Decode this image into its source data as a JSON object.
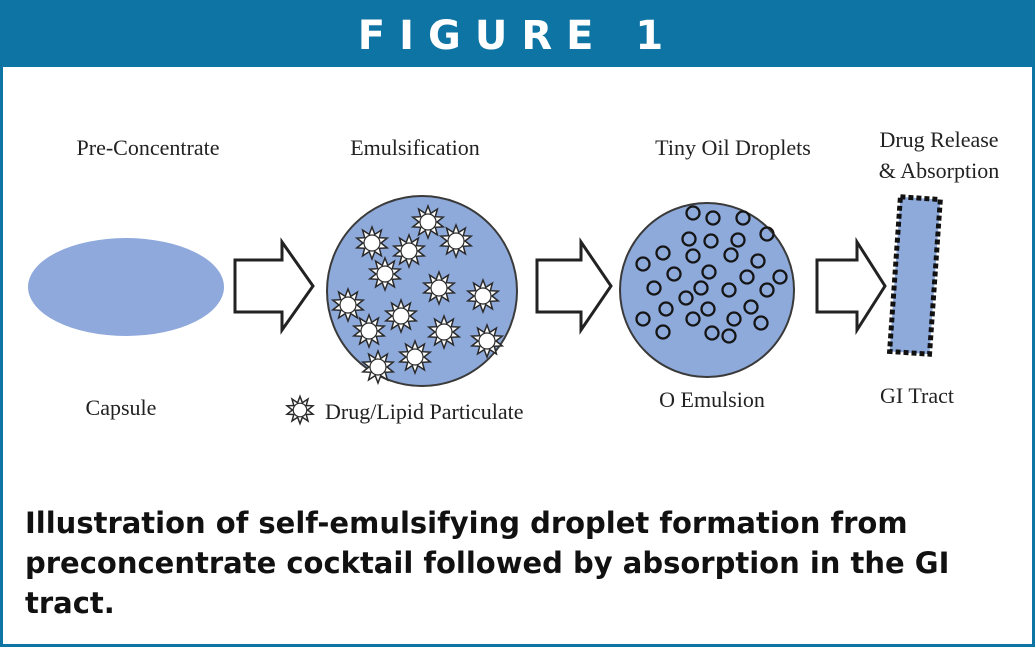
{
  "figure": {
    "header": "FIGURE 1",
    "caption": "Illustration of self-emulsifying droplet formation from preconcentrate cocktail followed by absorption in the GI tract."
  },
  "stages": {
    "pre_concentrate": {
      "title": "Pre-Concentrate",
      "label": "Capsule"
    },
    "emulsification": {
      "title": "Emulsification",
      "legend": "Drug/Lipid Particulate"
    },
    "tiny_droplets": {
      "title": "Tiny Oil Droplets",
      "label": "O Emulsion"
    },
    "drug_release": {
      "title_line1": "Drug Release",
      "title_line2": "& Absorption",
      "label": "GI Tract"
    }
  },
  "colors": {
    "header_bg": "#0e74a4",
    "shape_fill": "#8eaadb",
    "capsule_fill": "#8fa9dc",
    "outline": "#3a3a3a"
  }
}
